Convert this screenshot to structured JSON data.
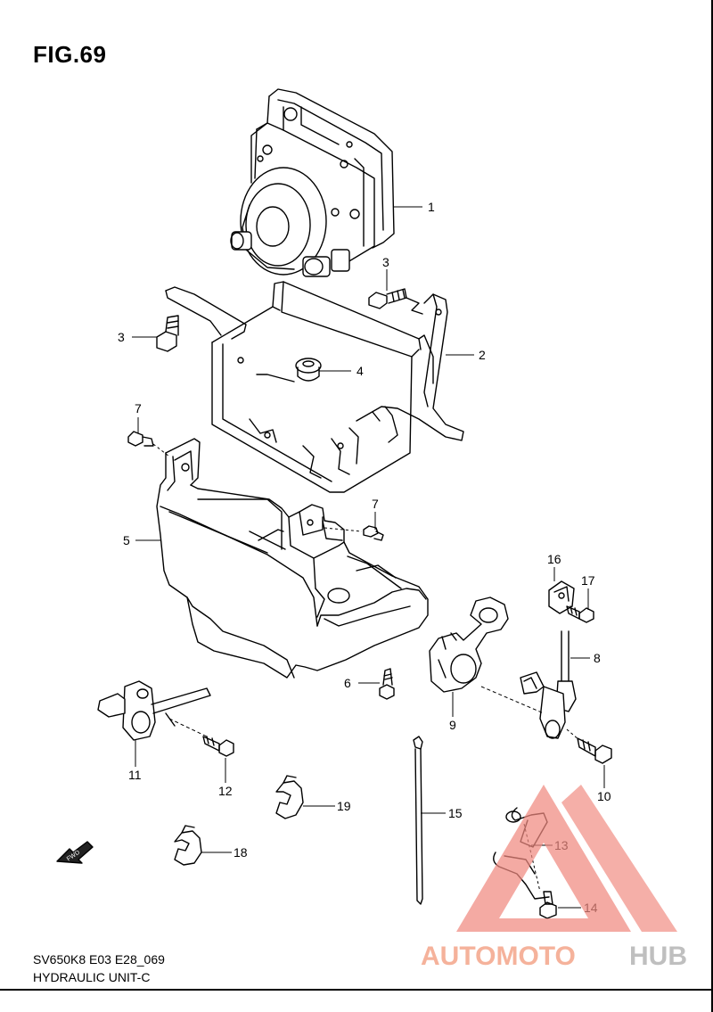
{
  "header": {
    "title": "FIG.69"
  },
  "footer": {
    "model": "SV650K8 E03 E28_069",
    "section": "HYDRAULIC UNIT-C"
  },
  "callouts": {
    "c1": "1",
    "c2": "2",
    "c3a": "3",
    "c3b": "3",
    "c4": "4",
    "c5": "5",
    "c6": "6",
    "c7a": "7",
    "c7b": "7",
    "c8": "8",
    "c9": "9",
    "c10": "10",
    "c11": "11",
    "c12": "12",
    "c13": "13",
    "c14": "14",
    "c15": "15",
    "c16": "16",
    "c17": "17",
    "c18": "18",
    "c19": "19"
  },
  "forward_arrow": {
    "label": "FWD"
  },
  "watermark": {
    "part1": "AUTOMOTO",
    "part2": "HUB",
    "color_primary": "#f4a58a",
    "color_secondary": "#b5b5b5",
    "triangle_color": "#f08a80"
  }
}
